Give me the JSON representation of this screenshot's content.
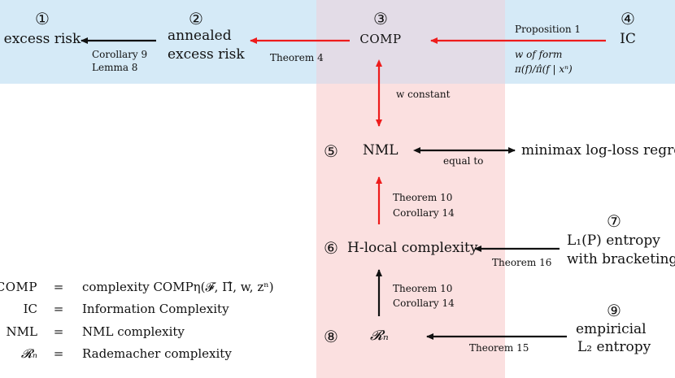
{
  "colors": {
    "blue_band": "#d5eaf7",
    "pink_column": "#fbe0e0",
    "overlap": "#e3dce7",
    "red_arrow": "#ee1c1c",
    "black_arrow": "#111111"
  },
  "nodes": {
    "n1": {
      "num": "①",
      "label": "excess risk"
    },
    "n2": {
      "num": "②",
      "line1": "annealed",
      "line2": "excess risk"
    },
    "n3": {
      "num": "③",
      "label": "COMP"
    },
    "n4": {
      "num": "④",
      "label": "IC"
    },
    "n5": {
      "num": "⑤",
      "label": "NML"
    },
    "n6": {
      "num": "⑥",
      "label": "H-local complexity"
    },
    "n7": {
      "num": "⑦",
      "line1": "L₁(P) entropy",
      "line2": "with bracketing"
    },
    "n8": {
      "num": "⑧",
      "label": "𝓡ₙ"
    },
    "n9": {
      "num": "⑨",
      "line1": "empiricial",
      "line2": "L₂ entropy"
    },
    "minimax": {
      "label": "minimax log-loss regret"
    }
  },
  "edges": {
    "e21": {
      "line1": "Corollary 9",
      "line2": "Lemma 8"
    },
    "e32": {
      "label": "Theorem 4"
    },
    "e43_top": {
      "label": "Proposition 1"
    },
    "e43_bot1": "w of form",
    "e43_bot2": "π(f)/π̂(f | xⁿ)",
    "e35": {
      "label": "w constant"
    },
    "e5m": {
      "label": "equal to"
    },
    "e65": {
      "line1": "Theorem 10",
      "line2": "Corollary 14"
    },
    "e76": {
      "label": "Theorem 16"
    },
    "e86": {
      "line1": "Theorem 10",
      "line2": "Corollary 14"
    },
    "e98": {
      "label": "Theorem 15"
    }
  },
  "legend": [
    {
      "sym": "COMP",
      "eq": "=",
      "def": "complexity COMPη(𝓕, Π̂, w, zⁿ)"
    },
    {
      "sym": "IC",
      "eq": "=",
      "def": "Information Complexity"
    },
    {
      "sym": "NML",
      "eq": "=",
      "def": "NML complexity"
    },
    {
      "sym": "𝓡ₙ",
      "eq": "=",
      "def": "Rademacher complexity"
    }
  ]
}
